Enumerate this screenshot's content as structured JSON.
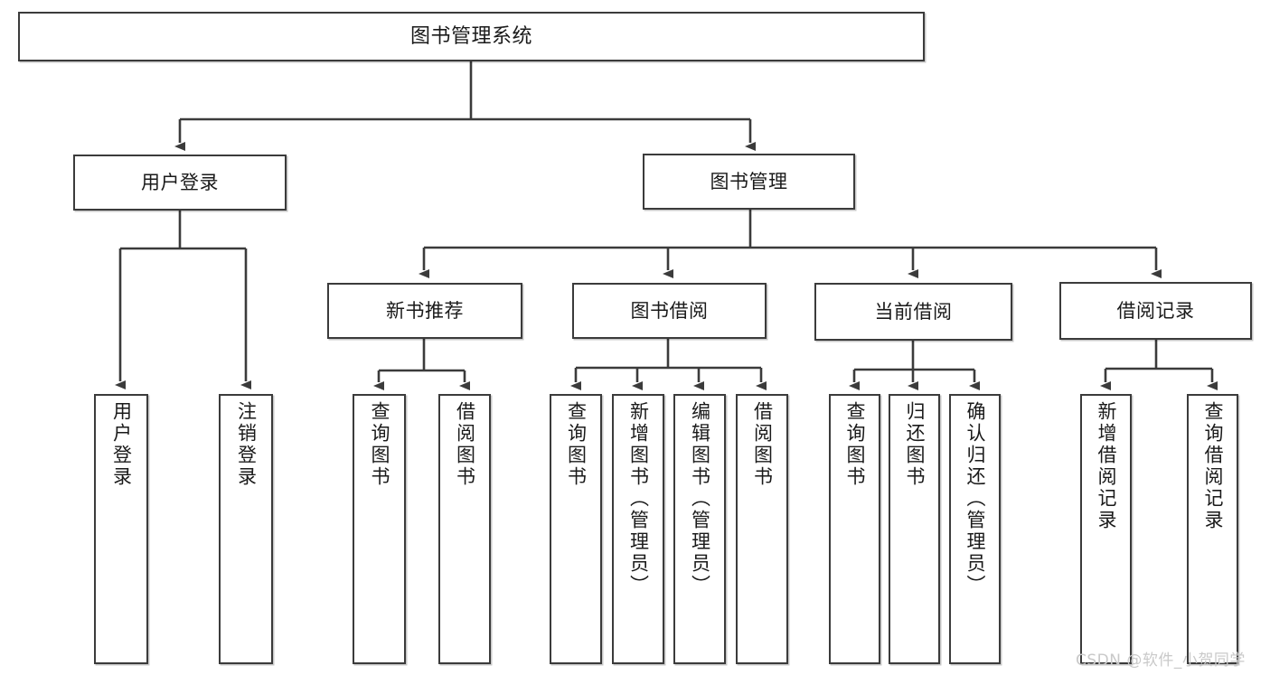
{
  "diagram": {
    "title": "图书管理系统",
    "type": "tree",
    "watermark": "CSDN @软件_小贺同学",
    "colors": {
      "box_border": "#3b3b3b",
      "box_fill": "#ffffff",
      "edge": "#3b3b3b",
      "text": "#1a1a1a",
      "watermark": "#c9c9c9"
    },
    "nodes": {
      "root": {
        "label": "图书管理系统"
      },
      "level1": [
        {
          "id": "user-login",
          "label": "用户登录"
        },
        {
          "id": "book-manage",
          "label": "图书管理"
        }
      ],
      "level2": [
        {
          "id": "new-book-recommend",
          "label": "新书推荐"
        },
        {
          "id": "book-borrow",
          "label": "图书借阅"
        },
        {
          "id": "current-borrow",
          "label": "当前借阅"
        },
        {
          "id": "borrow-record",
          "label": "借阅记录"
        }
      ],
      "leaves": {
        "user-login": [
          {
            "id": "leaf-user-login",
            "label": "用户登录"
          },
          {
            "id": "leaf-logout",
            "label": "注销登录"
          }
        ],
        "new-book-recommend": [
          {
            "id": "leaf-query-book-1",
            "label": "查询图书"
          },
          {
            "id": "leaf-borrow-book-1",
            "label": "借阅图书"
          }
        ],
        "book-borrow": [
          {
            "id": "leaf-query-book-2",
            "label": "查询图书"
          },
          {
            "id": "leaf-add-book",
            "label": "新增图书（管理员）"
          },
          {
            "id": "leaf-edit-book",
            "label": "编辑图书（管理员）"
          },
          {
            "id": "leaf-borrow-book-2",
            "label": "借阅图书"
          }
        ],
        "current-borrow": [
          {
            "id": "leaf-query-book-3",
            "label": "查询图书"
          },
          {
            "id": "leaf-return-book",
            "label": "归还图书"
          },
          {
            "id": "leaf-confirm-return",
            "label": "确认归还（管理员）"
          }
        ],
        "borrow-record": [
          {
            "id": "leaf-add-record",
            "label": "新增借阅记录"
          },
          {
            "id": "leaf-query-record",
            "label": "查询借阅记录"
          }
        ]
      }
    }
  }
}
